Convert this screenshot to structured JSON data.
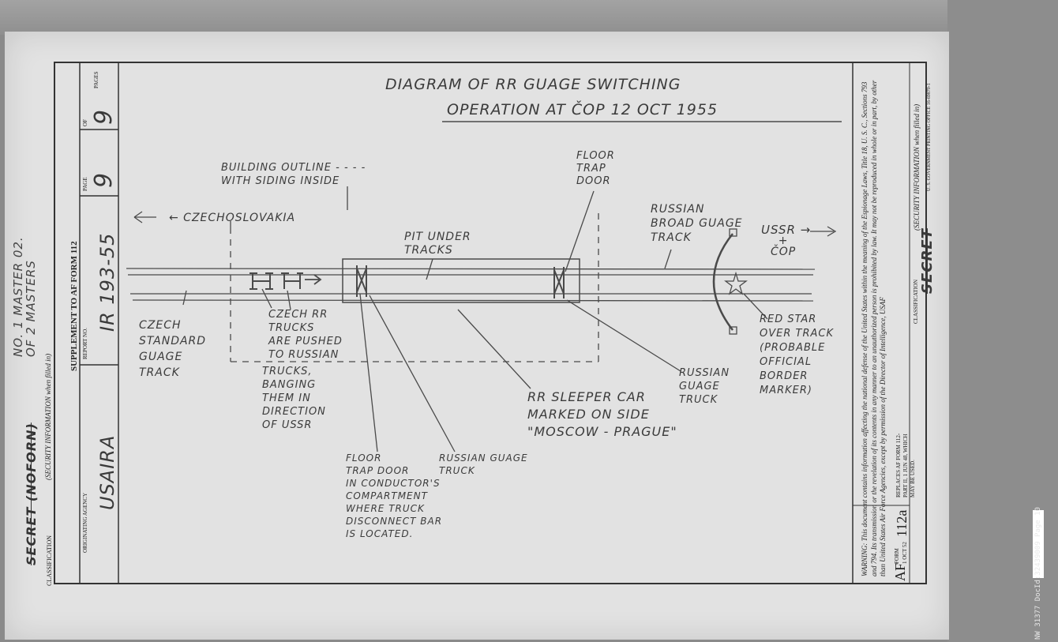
{
  "margin": {
    "note_line1": "NO. 1 MASTER 02.",
    "note_line2": "OF 2 MASTERS",
    "classification_hand": "SECRET (NOFORN)",
    "classification_caption": "CLASSIFICATION",
    "security_info": "(SECURITY INFORMATION when filled in)"
  },
  "form": {
    "supplement_title": "SUPPLEMENT TO AF FORM 112",
    "originating_agency_label": "ORIGINATING AGENCY",
    "originating_agency": "USAIRA",
    "report_no_label": "REPORT NO.",
    "report_no": "IR 193-55",
    "page_label": "PAGE",
    "page": "9",
    "of_label": "OF",
    "pages": "9",
    "pages_label": "PAGES"
  },
  "diagram": {
    "title_line1": "DIAGRAM OF RR GUAGE SWITCHING",
    "title_line2": "OPERATION AT ČOP   12 OCT 1955",
    "labels": {
      "czechoslovakia": "← CZECHOSLOVAKIA",
      "building": "BUILDING OUTLINE - - - -\nWITH SIDING INSIDE",
      "floor_trap_door": "FLOOR\nTRAP\nDOOR",
      "pit": "PIT UNDER\nTRACKS",
      "russian_track": "RUSSIAN\nBROAD GUAGE\nTRACK",
      "ussr": "USSR →",
      "cop": "+\nČOP",
      "czech_track": "CZECH\nSTANDARD\nGUAGE\nTRACK",
      "czech_trucks": "CZECH RR\nTRUCKS\nARE PUSHED\nTO RUSSIAN",
      "trucks_banging": "TRUCKS,\nBANGING\nTHEM IN\nDIRECTION\nOF USSR",
      "red_star": "RED STAR\nOVER TRACK\n(PROBABLE\nOFFICIAL\nBORDER\nMARKER)",
      "russian_guage_truck_right": "RUSSIAN\nGUAGE\nTRUCK",
      "sleeper": "RR SLEEPER CAR\nMARKED ON SIDE\n\"MOSCOW - PRAGUE\"",
      "conductor": "FLOOR\nTRAP DOOR\nIN CONDUCTOR'S\nCOMPARTMENT\nWHERE TRUCK\nDISCONNECT BAR\nIS LOCATED.",
      "russian_guage_truck_bottom": "RUSSIAN GUAGE\nTRUCK"
    }
  },
  "footer": {
    "warning": "WARNING: This document contains information affecting the national defense of the United States within the meaning of the Espionage Laws, Title 18, U. S. C., Sections 793 and 794. Its transmission or the revelation of its contents in any manner to an unauthorized person is prohibited by law. It may not be reproduced in whole or in part, by other than United States Air Force Agencies, except by permission of the Director of Intelligence, USAF",
    "form_id_prefix": "AF",
    "form_word": "FORM",
    "form_date": "1 OCT 52",
    "form_number": "112a",
    "replaces": "REPLACES AF FORM 112-PART II, 1 JUN 48, WHICH MAY BE USED.",
    "classification_caption": "CLASSIFICATION",
    "classification_hand": "SECRET",
    "security_info": "(SECURITY INFORMATION when filled in)",
    "printing_office": "U. S. GOVERNMENT PRINTING OFFICE   16-69870-1"
  },
  "archive_stamp": "NW 31377 DocId:32439009 Page 10"
}
